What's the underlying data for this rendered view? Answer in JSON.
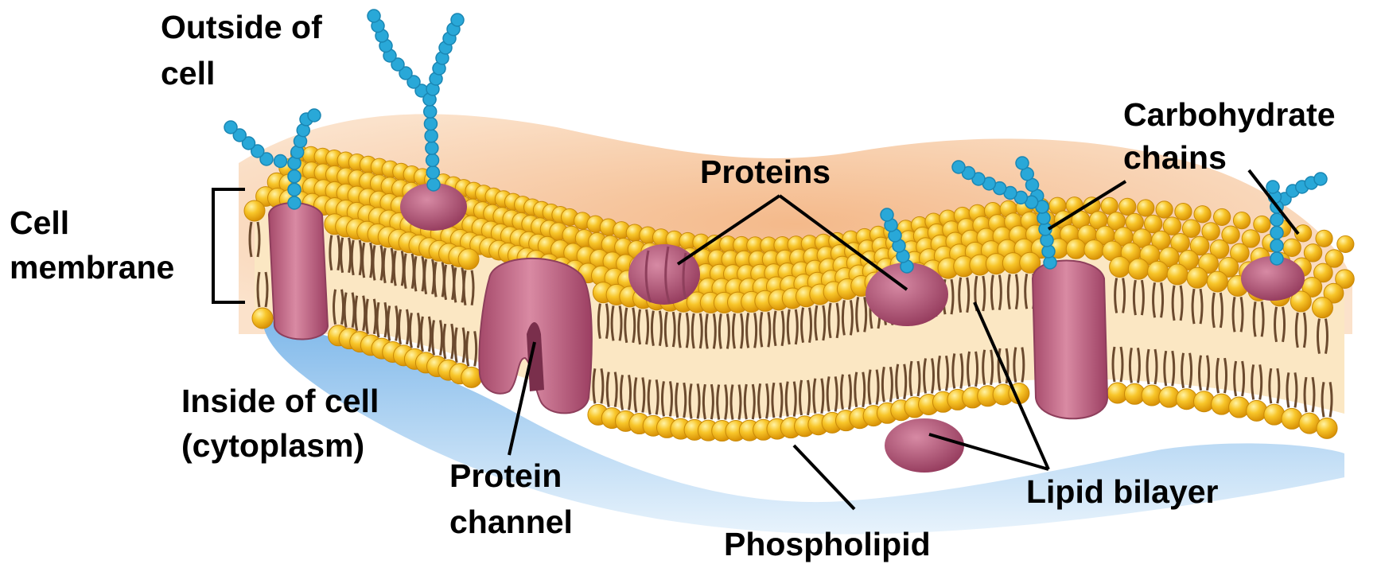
{
  "labels": {
    "outside_line1": "Outside of",
    "outside_line2": "cell",
    "cell_membrane_line1": "Cell",
    "cell_membrane_line2": "membrane",
    "inside_line1": "Inside of cell",
    "inside_line2": "(cytoplasm)",
    "proteins": "Proteins",
    "carbohydrate_line1": "Carbohydrate",
    "carbohydrate_line2": "chains",
    "protein_channel_line1": "Protein",
    "protein_channel_line2": "channel",
    "lipid_bilayer": "Lipid bilayer",
    "phospholipid": "Phospholipid"
  },
  "colors": {
    "outside_region": "#f5c9a0",
    "inside_region": "#8ec2ec",
    "bilayer_core": "#fbe7c3",
    "phosphate_head": "#f5bc1a",
    "head_highlight": "#ffe98a",
    "lipid_tail": "#6b4a2e",
    "protein": "#c06a86",
    "protein_dark": "#8e3f5c",
    "carbohydrate": "#29a8d8",
    "leader_line": "#000000"
  }
}
